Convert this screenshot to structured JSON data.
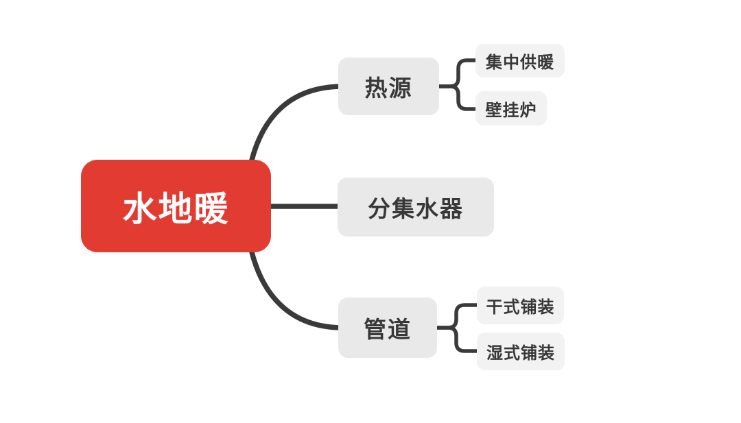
{
  "app": {
    "view": "mindmap-canvas"
  },
  "colors": {
    "canvas_bg": "#ffffff",
    "root_bg": "#e23b32",
    "root_text": "#ffffff",
    "branch_bg": "#e9e9e9",
    "leaf_bg": "#f2f2f2",
    "node_text": "#383838",
    "connector": "#3a3a3a"
  },
  "mindmap": {
    "root": {
      "label": "水地暖"
    },
    "branches": [
      {
        "label": "热源",
        "children": [
          {
            "label": "集中供暖"
          },
          {
            "label": "壁挂炉"
          }
        ]
      },
      {
        "label": "分集水器",
        "children": []
      },
      {
        "label": "管道",
        "children": [
          {
            "label": "干式铺装"
          },
          {
            "label": "湿式铺装"
          }
        ]
      }
    ]
  }
}
